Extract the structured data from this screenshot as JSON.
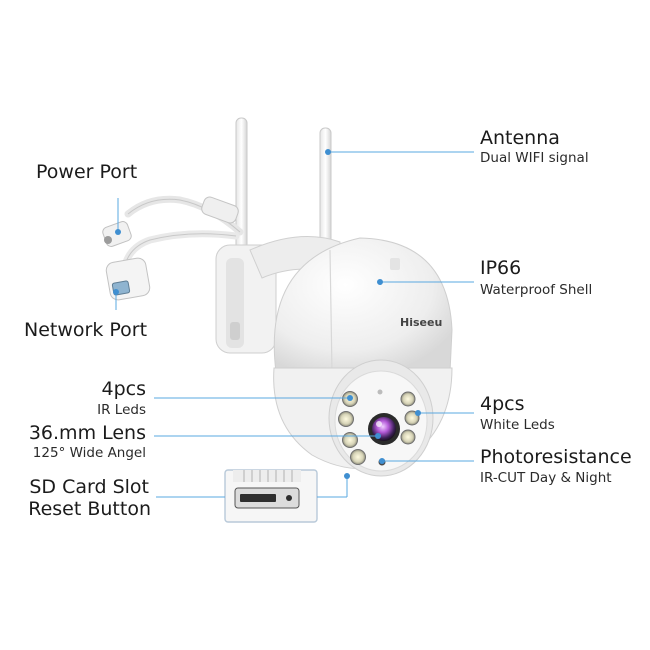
{
  "labels": {
    "power_port": "Power Port",
    "network_port": "Network Port",
    "antenna_title": "Antenna",
    "antenna_sub": "Dual WIFI signal",
    "ip66_title": "IP66",
    "ip66_sub": "Waterproof Shell",
    "ir_title": "4pcs",
    "ir_sub": "IR Leds",
    "lens_title": "36.mm Lens",
    "lens_sub": "125° Wide Angel",
    "white_title": "4pcs",
    "white_sub": "White Leds",
    "photo_title": "Photoresistance",
    "photo_sub": "IR-CUT Day & Night",
    "sd_title": "SD Card Slot",
    "reset_title": "Reset Button"
  },
  "brand_logo": "Hiseeu",
  "colors": {
    "callout_line": "#5aa8e0",
    "callout_dot": "#3f8fd1",
    "body_white": "#f4f4f4",
    "lens_purple": "#b45ad8"
  }
}
